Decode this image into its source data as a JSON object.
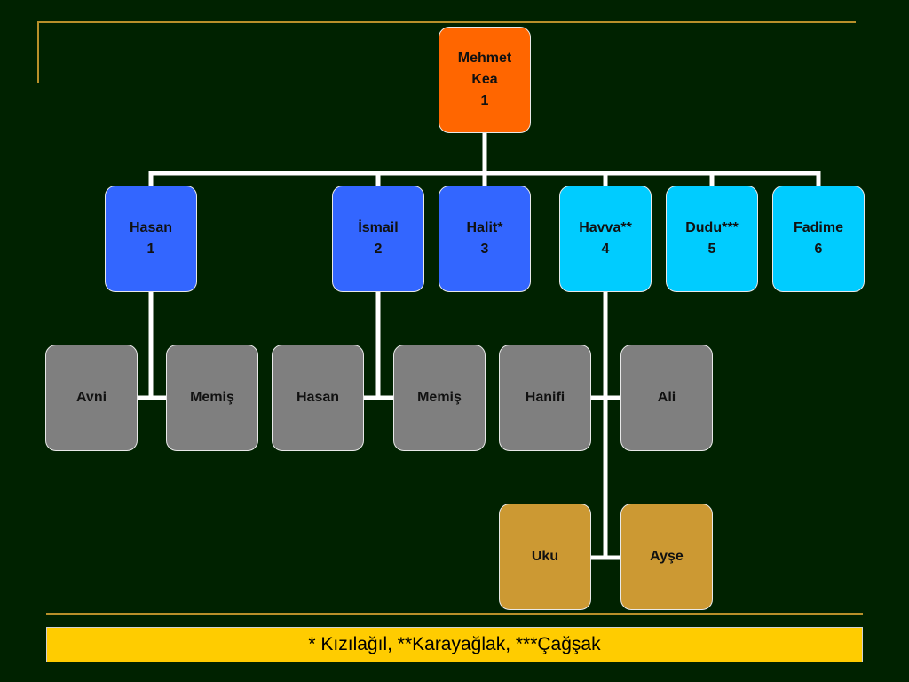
{
  "nodes": {
    "mehmet": {
      "line1": "Mehmet",
      "line2": "Kea",
      "line3": "1"
    },
    "hasan1": {
      "line1": "Hasan",
      "line2": "1"
    },
    "ismail": {
      "line1": "İsmail",
      "line2": "2"
    },
    "halit": {
      "line1": "Halit*",
      "line2": "3"
    },
    "havva": {
      "line1": "Havva**",
      "line2": "4"
    },
    "dudu": {
      "line1": "Dudu***",
      "line2": "5"
    },
    "fadime": {
      "line1": "Fadime",
      "line2": "6"
    },
    "avni": {
      "line1": "Avni"
    },
    "memis_a": {
      "line1": "Memiş"
    },
    "hasan_b": {
      "line1": "Hasan"
    },
    "memis_b": {
      "line1": "Memiş"
    },
    "hanifi": {
      "line1": "Hanifi"
    },
    "ali": {
      "line1": "Ali"
    },
    "uku": {
      "line1": "Uku"
    },
    "ayse": {
      "line1": "Ayşe"
    }
  },
  "footnote": "* Kızılağıl, **Karayağlak, ***Çağşak",
  "colors": {
    "background": "#002200",
    "root": "#ff6600",
    "generation1_dark": "#3366ff",
    "generation1_light": "#00ccff",
    "generation2": "#7f7f7f",
    "generation3": "#cc9933",
    "footnote_bg": "#ffcc00",
    "decor_line": "#b8902a",
    "connector": "#ffffff"
  }
}
